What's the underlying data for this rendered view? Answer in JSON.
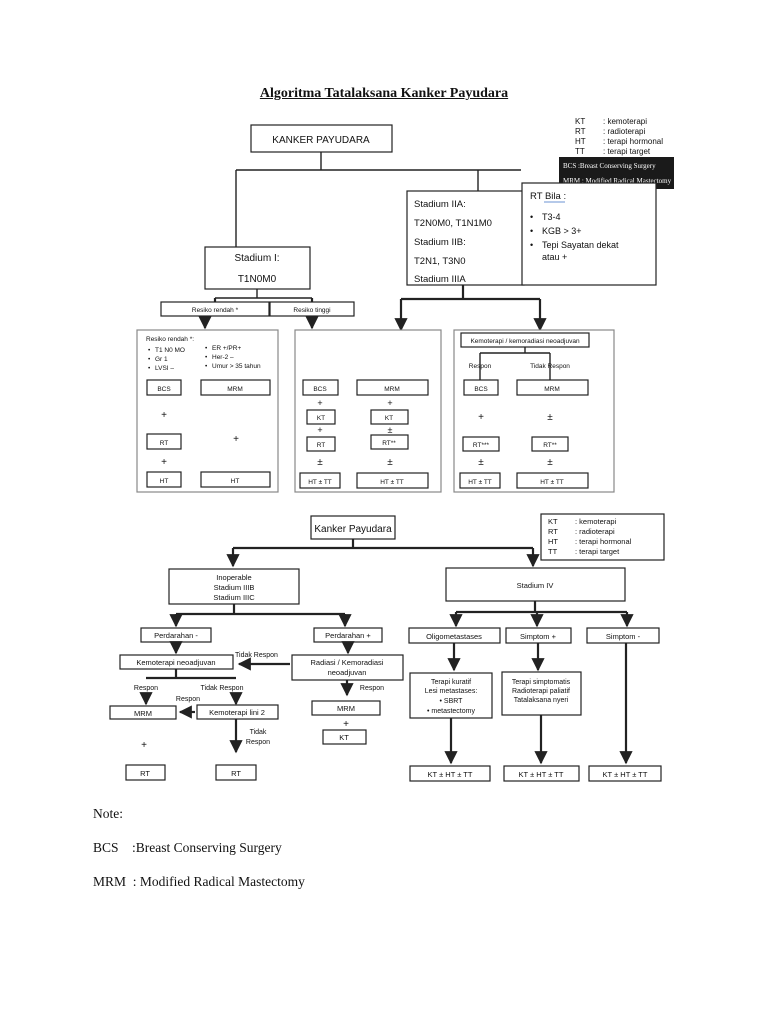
{
  "title": "Algoritma Tatalaksana Kanker Payudara",
  "legend1": [
    {
      "abbr": "KT",
      "desc": ": kemoterapi"
    },
    {
      "abbr": "RT",
      "desc": ": radioterapi"
    },
    {
      "abbr": "HT",
      "desc": ": terapi hormonal"
    },
    {
      "abbr": "TT",
      "desc": ": terapi target"
    }
  ],
  "legend_dark": [
    "BCS   :Breast Conserving Surgery",
    "MRM  : Modified Radical Mastectomy"
  ],
  "d1": {
    "root": "KANKER PAYUDARA",
    "stadium1": [
      "Stadium I:",
      "T1N0M0"
    ],
    "stadium2": [
      "Stadium IIA:",
      "T2N0M0, T1N1M0",
      "Stadium IIB:",
      "T2N1, T3N0",
      "Stadium IIIA"
    ],
    "rt_bila": {
      "title": "RT Bila :",
      "items": [
        "T3-4",
        "KGB > 3+",
        "Tepi Sayatan dekat",
        "atau +"
      ]
    },
    "resiko_rendah": "Resiko rendah *",
    "resiko_tinggi": "Resiko tinggi",
    "left_panel": {
      "header": "Resiko rendah *:",
      "col1": [
        "T1 N0 MO",
        "Gr 1",
        "LVSI –"
      ],
      "col2": [
        "ER +/PR+",
        "Her-2 –",
        "Umur > 35 tahun"
      ],
      "bcs": "BCS",
      "mrm": "MRM",
      "plus": "+",
      "rt": "RT",
      "ht": "HT"
    },
    "mid_panel": {
      "bcs": "BCS",
      "mrm": "MRM",
      "plus": "+",
      "pm": "±",
      "kt": "KT",
      "rt": "RT",
      "rt2": "RT**",
      "httt": "HT ± TT"
    },
    "right_panel": {
      "header": "Kemoterapi / kemoradiasi neoadjuvan",
      "respon": "Respon",
      "tidak_respon": "Tidak Respon",
      "bcs": "BCS",
      "mrm": "MRM",
      "plus": "+",
      "pm": "±",
      "rt3": "RT***",
      "rt2": "RT**",
      "httt": "HT ± TT"
    }
  },
  "d2": {
    "root": "Kanker Payudara",
    "legend": [
      {
        "abbr": "KT",
        "desc": ": kemoterapi"
      },
      {
        "abbr": "RT",
        "desc": ": radioterapi"
      },
      {
        "abbr": "HT",
        "desc": ": terapi hormonal"
      },
      {
        "abbr": "TT",
        "desc": ": terapi target"
      }
    ],
    "inoperable": [
      "Inoperable",
      "Stadium IIIB",
      "Stadium IIIC"
    ],
    "stadium4": "Stadium IV",
    "perdarahan_neg": "Perdarahan -",
    "perdarahan_pos": "Perdarahan +",
    "tidak_respon": "Tidak Respon",
    "kemo_neo": "Kemoterapi neoadjuvan",
    "radiasi": [
      "Radiasi / Kemoradiasi",
      "neoadjuvan"
    ],
    "respon": "Respon",
    "mrm": "MRM",
    "kemo_lini2": "Kemoterapi lini 2",
    "tidak_respon2": [
      "Tidak",
      "Respon"
    ],
    "plus": "+",
    "kt": "KT",
    "rt": "RT",
    "oligo": "Oligometastases",
    "simptom_pos": "Simptom +",
    "simptom_neg": "Simptom -",
    "terapi_kuratif": [
      "Terapi kuratif",
      "Lesi metastases:",
      "•  SBRT",
      "•  metastectomy"
    ],
    "terapi_simptomatis": [
      "Terapi simptomatis",
      "Radioterapi paliatif",
      "Tatalaksana nyeri"
    ],
    "kthttt": "KT ± HT ± TT"
  },
  "notes": {
    "label": "Note:",
    "bcs": "BCS    :Breast Conserving Surgery",
    "mrm": "MRM  : Modified Radical Mastectomy"
  }
}
